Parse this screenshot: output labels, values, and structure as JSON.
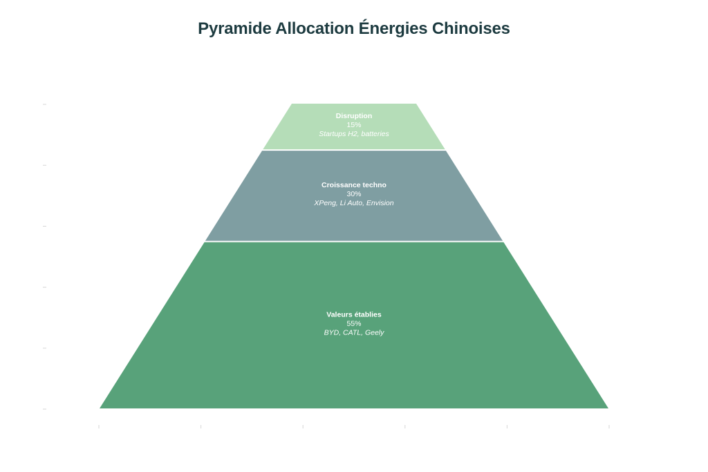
{
  "chart_data": {
    "type": "pyramid",
    "title": "Pyramide Allocation Énergies Chinoises",
    "tiers": [
      {
        "name": "Valeurs établies",
        "value": 55,
        "value_label": "55%",
        "description": "BYD, CATL, Geely",
        "color": "#58a27a"
      },
      {
        "name": "Croissance techno",
        "value": 30,
        "value_label": "30%",
        "description": "XPeng, Li Auto, Envision",
        "color": "#7f9ea2"
      },
      {
        "name": "Disruption",
        "value": 15,
        "value_label": "15%",
        "description": "Startups H2, batteries",
        "color": "#b5ddb8"
      }
    ],
    "x_ticks": 6,
    "y_ticks": 6,
    "grid": false,
    "legend": "none"
  }
}
